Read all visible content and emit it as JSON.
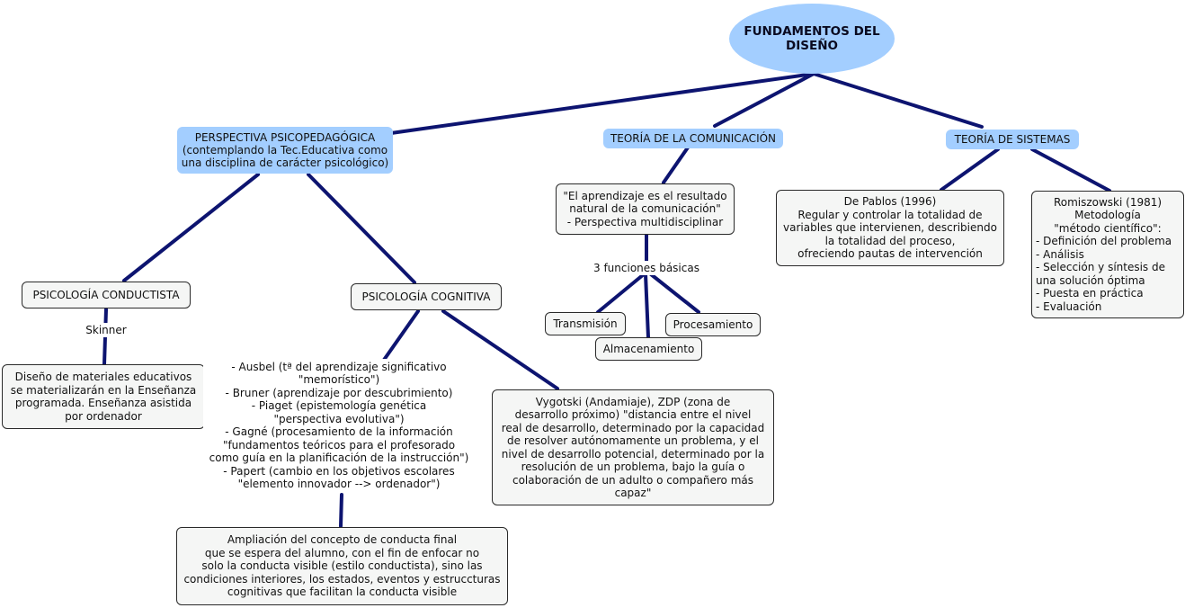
{
  "root": {
    "title": "FUNDAMENTOS DEL\nDISEÑO"
  },
  "branches": {
    "psico": {
      "label": "PERSPECTIVA PSICOPEDAGÓGICA\n(contemplando la Tec.Educativa como\nuna disciplina de carácter psicológico)"
    },
    "comunicacion": {
      "label": "TEORÍA DE LA COMUNICACIÓN"
    },
    "sistemas": {
      "label": "TEORÍA  DE SISTEMAS"
    }
  },
  "conductista": {
    "title": "PSICOLOGÍA CONDUCTISTA",
    "link_label": "Skinner",
    "detail": "Diseño de materiales educativos\nse materializarán en la Enseñanza\nprogramada. Enseñanza asistida\npor ordenador"
  },
  "cognitiva": {
    "title": "PSICOLOGÍA COGNITIVA",
    "authors": "- Ausbel (tª del aprendizaje significativo\n\"memorístico\")\n- Bruner (aprendizaje por descubrimiento)\n- Piaget (epistemología genética\n\"perspectiva evolutiva\")\n- Gagné (procesamiento de la información\n\"fundamentos teóricos para el profesorado\ncomo guía en la planificación de la instrucción\")\n- Papert (cambio en los objetivos escolares\n\"elemento innovador --> ordenador\")",
    "ampliacion": "Ampliación del concepto de conducta final\nque se espera del alumno, con el fin de enfocar no\nsolo la conducta visible (estilo conductista), sino las\ncondiciones interiores, los estados, eventos y estruccturas\ncognitivas que facilitan la conducta visible",
    "vygotski": "Vygotski (Andamiaje),  ZDP (zona de\ndesarrollo próximo) \"distancia entre el nivel\nreal de desarrollo, determinado por la capacidad\nde resolver autónomamente un problema, y el\nnivel de desarrollo potencial, determinado por la\nresolución de un problema, bajo la guía o\ncolaboración de un adulto o compañero más\ncapaz\""
  },
  "comunicacion": {
    "quote": "\"El aprendizaje es el resultado\nnatural de la comunicación\"\n- Perspectiva multidisciplinar",
    "link_label": "3 funciones básicas",
    "funciones": [
      "Transmisión",
      "Almacenamiento",
      "Procesamiento"
    ]
  },
  "sistemas": {
    "depablos": "De Pablos (1996)\nRegular y controlar la totalidad de\nvariables que intervienen, describiendo\nla totalidad del proceso,\nofreciendo pautas de intervención",
    "romiszowski_head": "Romiszowski (1981)\nMetodología\n\"método científico\":",
    "romiszowski_list": "- Definición del problema\n- Análisis\n- Selección y síntesis de\n   una solución óptima\n - Puesta en práctica\n - Evaluación"
  },
  "colors": {
    "node_fill": "#a3ceff",
    "link": "#0d1470",
    "box_fill": "#f5f6f5"
  }
}
